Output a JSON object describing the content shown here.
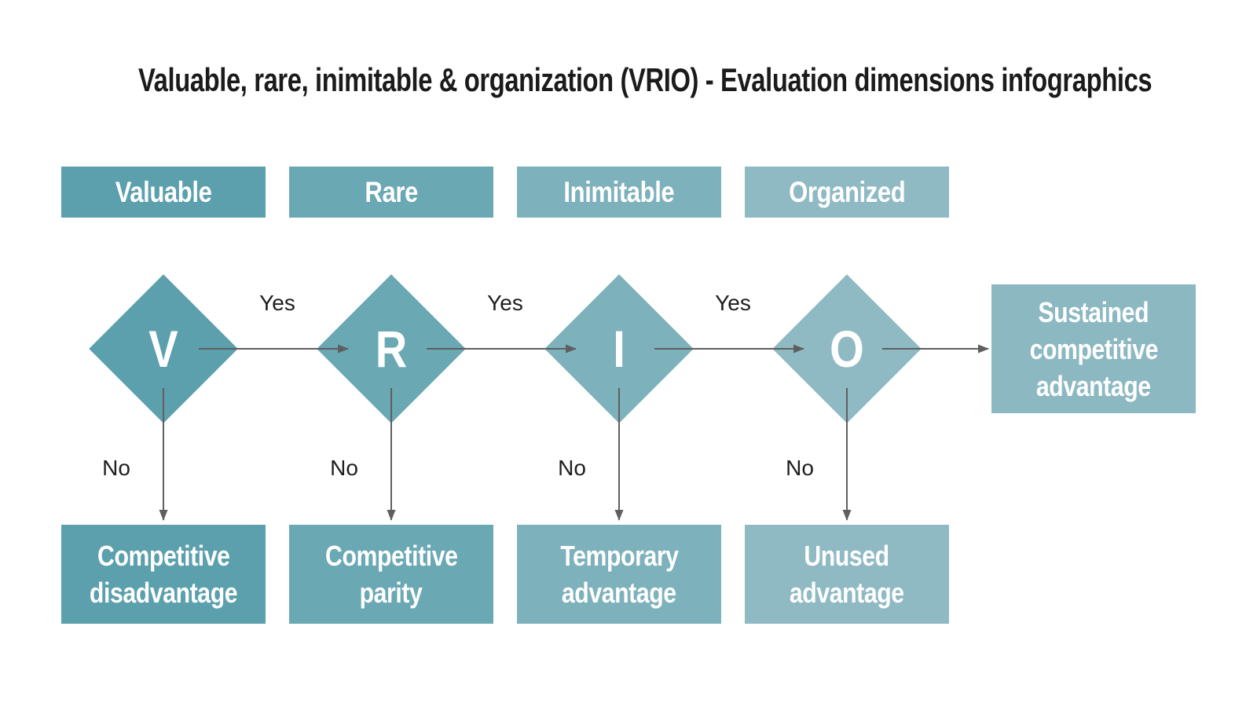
{
  "title": "Valuable, rare, inimitable & organization (VRIO) - Evaluation dimensions infographics",
  "colors": {
    "col1": "#5ba0ac",
    "col2": "#6aa8b3",
    "col3": "#7db1bb",
    "col4": "#8fbac4",
    "final": "#8cb8c2",
    "arrow": "#5f5f5f",
    "text_dark": "#1e1e1e",
    "label_white": "#ffffff"
  },
  "flow": {
    "columns": [
      {
        "header": "Valuable",
        "letter": "V",
        "no_label": "No",
        "outcome": "Competitive disadvantage",
        "outcome_lines": [
          "Competitive",
          "disadvantage"
        ],
        "color": "#5ba0ac"
      },
      {
        "header": "Rare",
        "letter": "R",
        "no_label": "No",
        "outcome": "Competitive parity",
        "outcome_lines": [
          "Competitive",
          "parity"
        ],
        "color": "#6aa8b3"
      },
      {
        "header": "Inimitable",
        "letter": "I",
        "no_label": "No",
        "outcome": "Temporary advantage",
        "outcome_lines": [
          "Temporary",
          "advantage"
        ],
        "color": "#7db1bb"
      },
      {
        "header": "Organized",
        "letter": "O",
        "no_label": "No",
        "outcome": "Unused advantage",
        "outcome_lines": [
          "Unused",
          "advantage"
        ],
        "color": "#8fbac4"
      }
    ],
    "yes_labels": [
      "Yes",
      "Yes",
      "Yes"
    ],
    "final": {
      "label": "Sustained competitive advantage",
      "lines": [
        "Sustained",
        "competitive",
        "advantage"
      ],
      "color": "#8cb8c2"
    }
  }
}
